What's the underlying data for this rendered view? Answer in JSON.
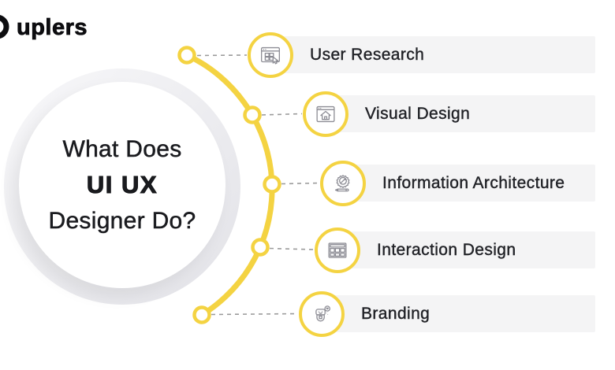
{
  "brand": {
    "name": "uplers"
  },
  "title": {
    "line1": "What Does",
    "line2": "UI UX",
    "line3": "Designer Do?"
  },
  "items": [
    {
      "label": "User Research",
      "icon": "user-research-icon"
    },
    {
      "label": "Visual Design",
      "icon": "visual-design-icon"
    },
    {
      "label": "Information Architecture",
      "icon": "information-architecture-icon"
    },
    {
      "label": "Interaction Design",
      "icon": "interaction-design-icon"
    },
    {
      "label": "Branding",
      "icon": "branding-icon"
    }
  ],
  "colors": {
    "accent_yellow": "#F4D342",
    "bar_background": "#F4F4F5",
    "label_text": "#212227",
    "icon_stroke": "#8D8D95",
    "connector_gray": "#9B9B9B"
  }
}
